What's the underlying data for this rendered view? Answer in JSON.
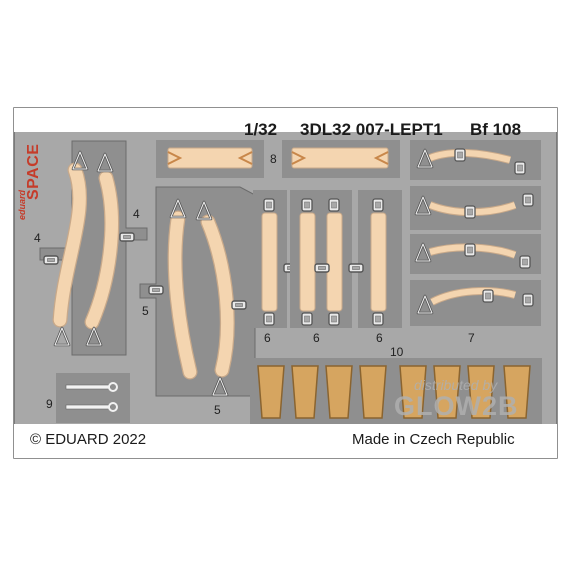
{
  "sheet": {
    "scale": "1/32",
    "code": "3DL32 007-LEPT1",
    "model": "Bf 108",
    "copyright": "© EDUARD 2022",
    "made_in": "Made in Czech Republic"
  },
  "logo": {
    "brand": "eduard",
    "line": "SPACE"
  },
  "part_numbers": [
    "4",
    "4",
    "5",
    "5",
    "6",
    "6",
    "6",
    "7",
    "8",
    "9",
    "10"
  ],
  "watermark": {
    "line1": "distributed by",
    "line2": "GLOW2B"
  },
  "colors": {
    "fret": "#a8a8a8",
    "fret_edge": "#6b6b6b",
    "cut": "#ffffff",
    "belt": "#f4d5b0",
    "belt_edge": "#c8a98a",
    "plate": "#d6a560",
    "plate_edge": "#8a6430",
    "metal": "#f2f2f2",
    "logo": "#c53c2a"
  }
}
